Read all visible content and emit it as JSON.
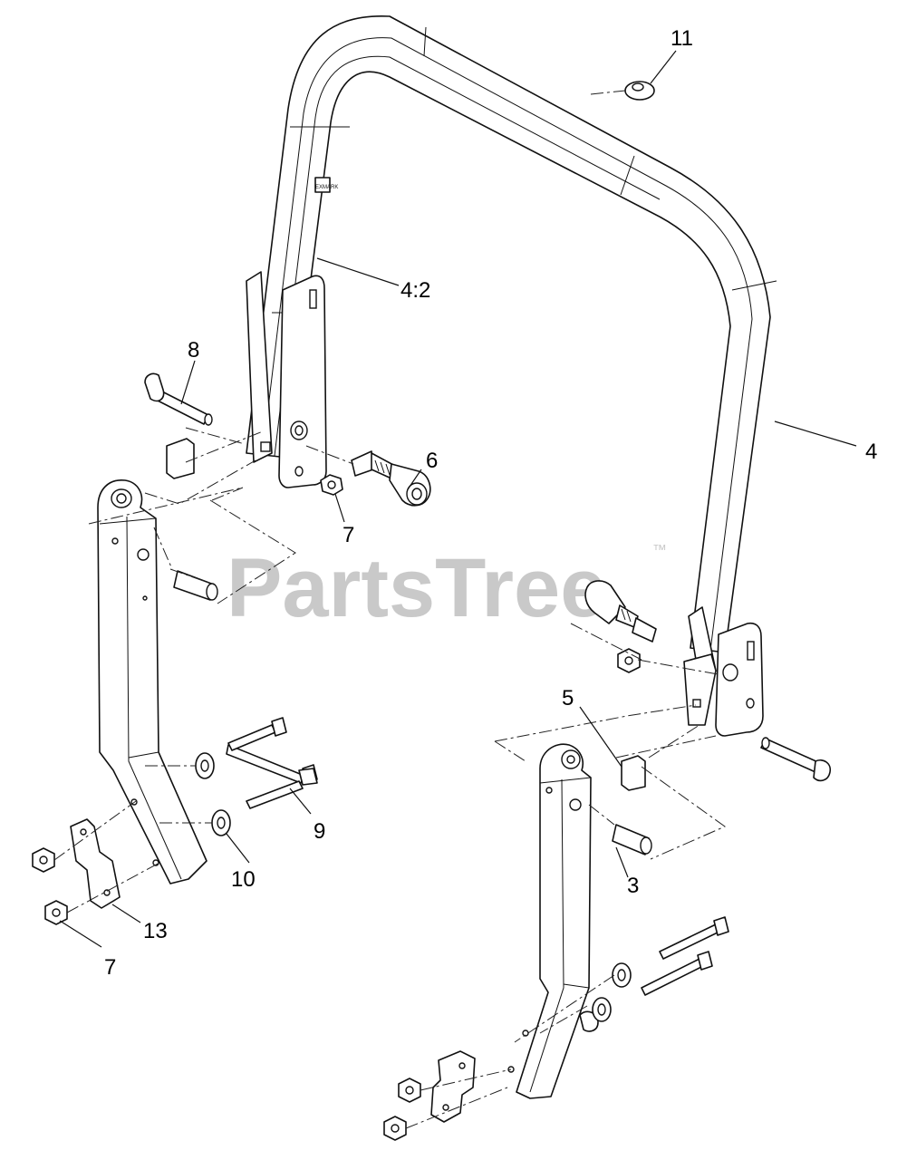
{
  "watermark": {
    "text": "PartsTree",
    "trademark": "™"
  },
  "decal_text": "EXMARK",
  "callouts": [
    {
      "id": "c11",
      "label": "11"
    },
    {
      "id": "c4-2",
      "label": "4:2"
    },
    {
      "id": "c8",
      "label": "8"
    },
    {
      "id": "c6",
      "label": "6"
    },
    {
      "id": "c4",
      "label": "4"
    },
    {
      "id": "c7a",
      "label": "7"
    },
    {
      "id": "c5",
      "label": "5"
    },
    {
      "id": "c9",
      "label": "9"
    },
    {
      "id": "c10",
      "label": "10"
    },
    {
      "id": "c3",
      "label": "3"
    },
    {
      "id": "c13",
      "label": "13"
    },
    {
      "id": "c7b",
      "label": "7"
    }
  ]
}
